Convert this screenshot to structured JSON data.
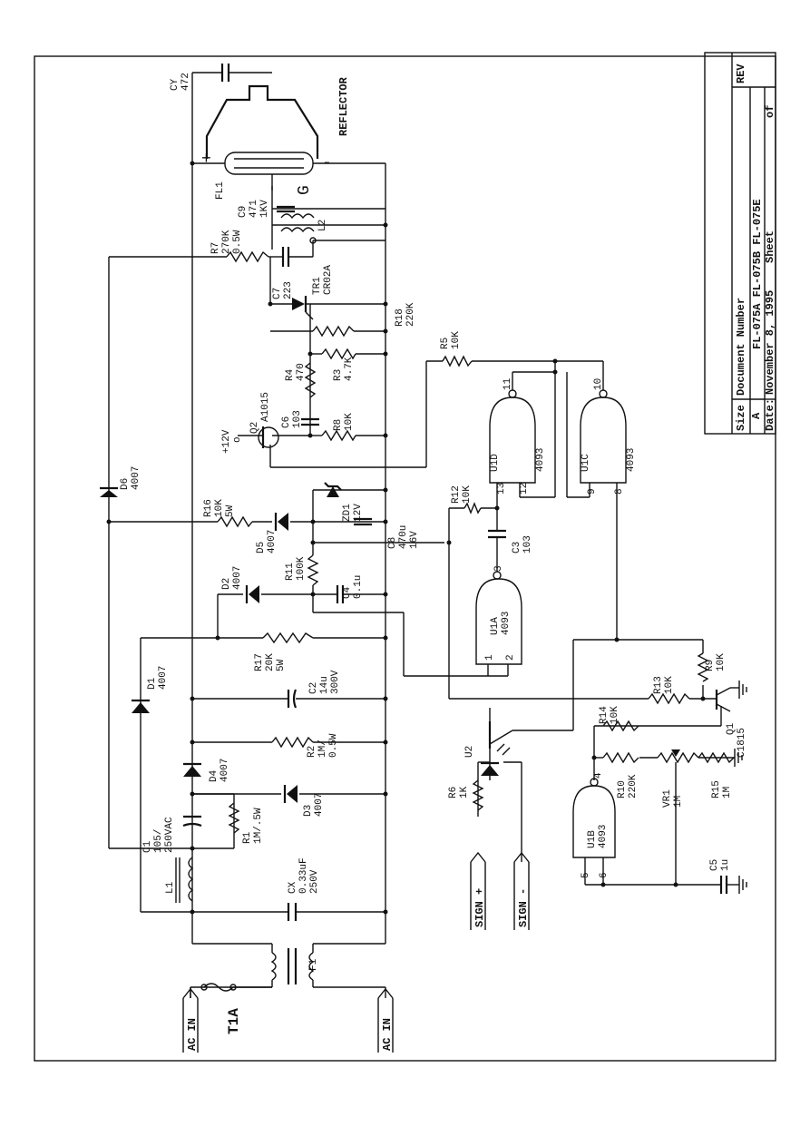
{
  "title_block": {
    "size_label": "Size",
    "size_value": "A",
    "document_label": "Document Number",
    "document_value": "FL-075A   FL-075B   FL-075E",
    "rev_label": "REV",
    "date_label": "Date:",
    "date_value": "November  8, 1995",
    "sheet_label": "Sheet",
    "of_label": "of"
  },
  "labels": {
    "reflector": "REFLECTOR",
    "fl1": "FL1",
    "g": "G",
    "plus": "+",
    "minus": "-",
    "cy": [
      "CY",
      "472"
    ],
    "c9": [
      "C9",
      "471",
      "1KV"
    ],
    "l2": "L2",
    "r7": [
      "R7",
      "270K",
      "0.5W"
    ],
    "c7": [
      "C7",
      "223"
    ],
    "tr1": [
      "TR1",
      "CR02A"
    ],
    "r18": [
      "R18",
      "220K"
    ],
    "r4": [
      "R4",
      "470"
    ],
    "r3": [
      "R3",
      "4.7K"
    ],
    "q2": [
      "Q2",
      "A1015"
    ],
    "c6": [
      "C6",
      "103"
    ],
    "r8": [
      "R8",
      "10K"
    ],
    "plus12v": [
      "+12V",
      "o"
    ],
    "d6": [
      "D6",
      "4007"
    ],
    "r16": [
      "R16",
      "10K",
      "5W"
    ],
    "d5": [
      "D5",
      "4007"
    ],
    "zd1": [
      "ZD1",
      "12V"
    ],
    "c8": [
      "C8",
      "470u",
      "16V"
    ],
    "r11": [
      "R11",
      "100K"
    ],
    "c4": [
      "C4",
      "0.1u"
    ],
    "d2": [
      "D2",
      "4007"
    ],
    "r17": [
      "R17",
      "20K",
      "5W"
    ],
    "d1": [
      "D1",
      "4007"
    ],
    "c2": [
      "C2",
      "14u",
      "300V"
    ],
    "r2": [
      "R2",
      "1M/",
      "0.5W"
    ],
    "d4": [
      "D4",
      "4007"
    ],
    "d3": [
      "D3",
      "4007"
    ],
    "c1": [
      "C1",
      "105/",
      "250VAC"
    ],
    "r1": [
      "R1",
      "1M/.5W"
    ],
    "l1": "L1",
    "cx": [
      "CX",
      "0.33uF",
      "250V"
    ],
    "f1": "F1",
    "t1a": "T1A",
    "ac_in_left": "AC IN",
    "ac_in_right": "AC IN",
    "r5": [
      "R5",
      "10K"
    ],
    "u1d": [
      "U1D",
      "4093"
    ],
    "u1c": [
      "U1C",
      "4093"
    ],
    "u1a": [
      "U1A",
      "4093"
    ],
    "u1b": [
      "U1B",
      "4093"
    ],
    "r12": [
      "R12",
      "10K"
    ],
    "c3": [
      "C3",
      "103"
    ],
    "r9": [
      "R9",
      "10K"
    ],
    "r13": [
      "R13",
      "10K"
    ],
    "r14": [
      "R14",
      "10K"
    ],
    "q1": [
      "Q1",
      "C1815"
    ],
    "u2": "U2",
    "r6": [
      "R6",
      "1K"
    ],
    "r10": [
      "R10",
      "220K"
    ],
    "vr1": [
      "VR1",
      "1M"
    ],
    "r15": [
      "R15",
      "1M"
    ],
    "c5": [
      "C5",
      "1u"
    ],
    "sign_plus": "SIGN +",
    "sign_minus": "SIGN -",
    "pins": {
      "u1d_out": "11",
      "u1d_a": "13",
      "u1d_b": "12",
      "u1c_out": "10",
      "u1c_a": "9",
      "u1c_b": "8",
      "u1a_out": "3",
      "u1a_a": "1",
      "u1a_b": "2",
      "u1b_out": "4",
      "u1b_a": "5",
      "u1b_b": "6"
    }
  }
}
